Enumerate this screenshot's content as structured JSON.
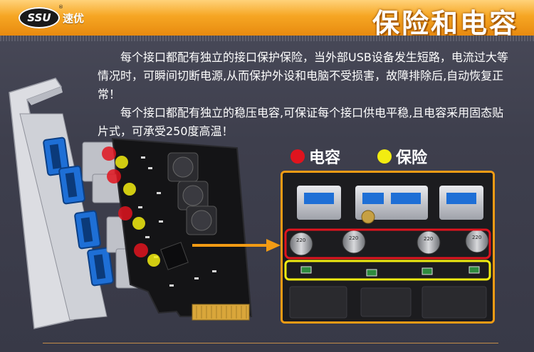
{
  "header": {
    "logo_text": "SSU",
    "logo_registered": "®",
    "logo_cn": "速优",
    "title": "保险和电容"
  },
  "description": {
    "paragraph1": "每个接口都配有独立的接口保护保险，当外部USB设备发生短路，电流过大等情况时，可瞬间切断电源,从而保护外设和电脑不受损害，故障排除后,自动恢复正常！",
    "paragraph2": "每个接口都配有独立的稳压电容,可保证每个接口供电平稳,且电容采用固态贴片式，可承受250度高温！"
  },
  "legend": {
    "capacitor": {
      "label": "电容",
      "color": "#e0141e"
    },
    "fuse": {
      "label": "保险",
      "color": "#f2ec11"
    }
  },
  "zoom": {
    "capacitor_marks": [
      "220",
      "220",
      "220",
      "220"
    ],
    "capacitor_box_color": "#e0141e",
    "fuse_box_color": "#f2ec11"
  },
  "colors": {
    "accent_orange": "#f29b14",
    "background": "#3e3f4d",
    "usb_blue": "#1e6fd6"
  }
}
